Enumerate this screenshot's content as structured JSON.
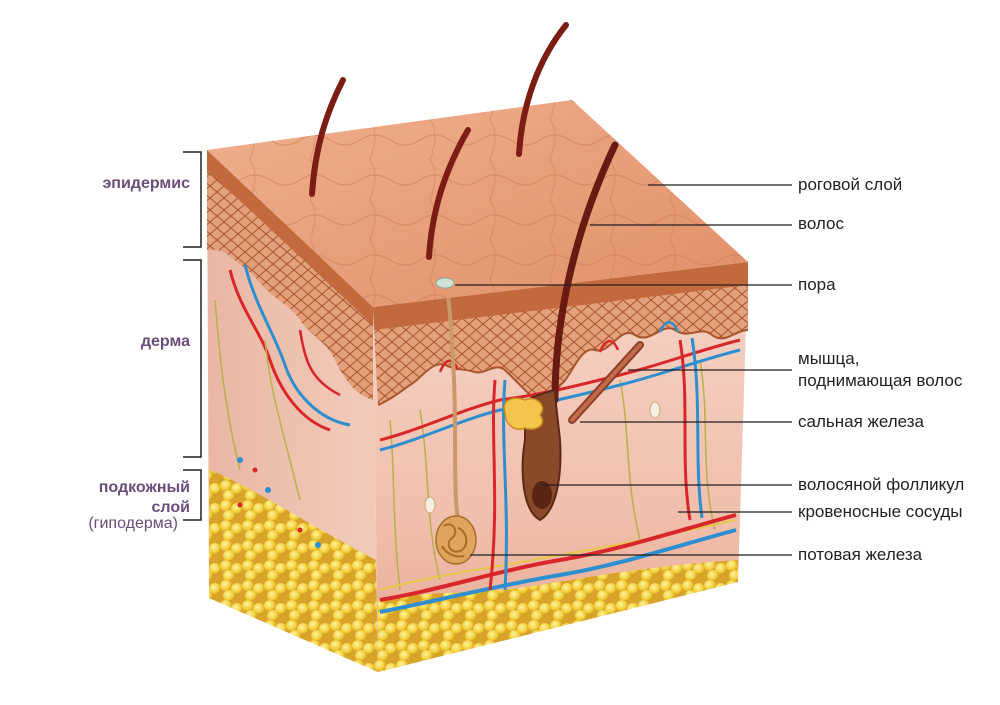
{
  "layers": {
    "epidermis": "эпидермис",
    "dermis": "дерма",
    "hypodermis_line1": "подкожный",
    "hypodermis_line2": "слой",
    "hypodermis_alt": "(гиподерма)"
  },
  "callouts": {
    "stratum_corneum": "роговой слой",
    "hair": "волос",
    "pore": "пора",
    "muscle_line1": "мышца,",
    "muscle_line2": "поднимающая волос",
    "sebaceous_gland": "сальная железа",
    "hair_follicle": "волосяной фолликул",
    "blood_vessels": "кровеносные сосуды",
    "sweat_gland": "потовая железа"
  },
  "colors": {
    "label_purple": "#6b4c7a",
    "leader_line": "#231f20",
    "skin_top": "#e9a37f",
    "epidermis": "#d98a5d",
    "dermis": "#f2c4b4",
    "fat": "#f2cf3a",
    "artery": "#d9262b",
    "vein": "#2e8fd0",
    "hair": "#6b1a12",
    "nerve": "#b8b04a"
  }
}
